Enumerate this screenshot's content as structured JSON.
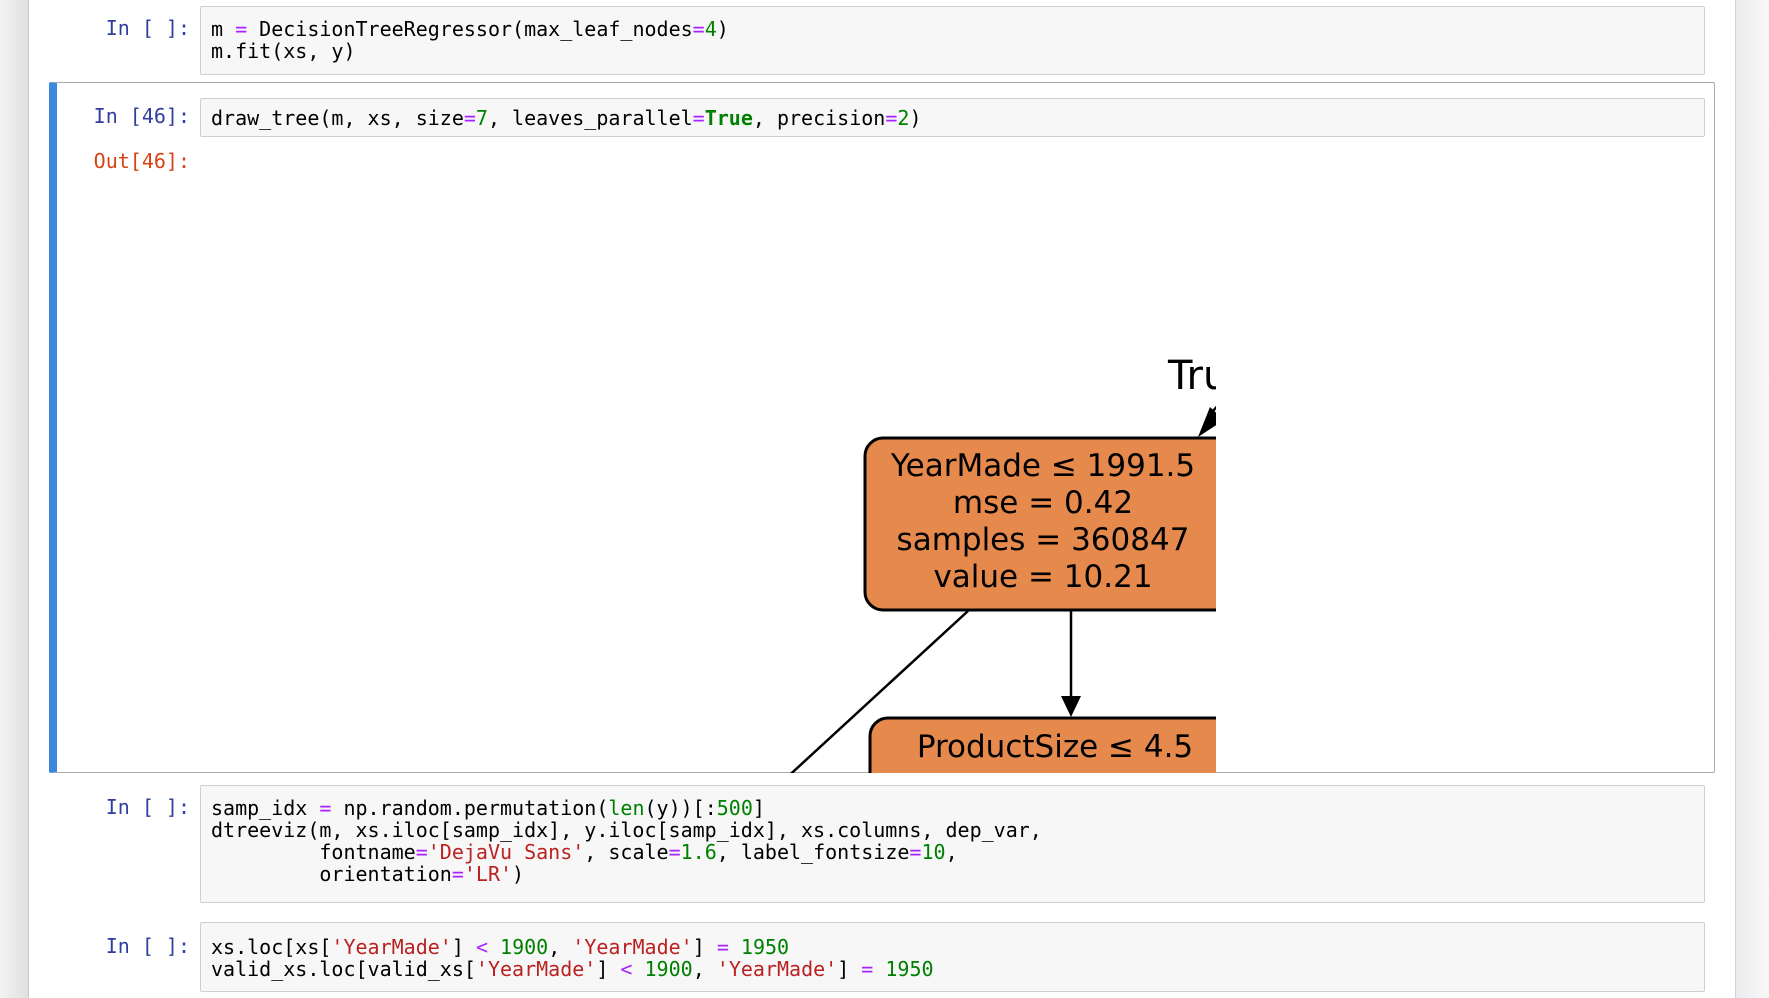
{
  "colors": {
    "prompt_in": "#303F9F",
    "prompt_out": "#D84315",
    "selected_cell_accent": "#3b88dd",
    "input_box_bg": "#f7f7f7",
    "tree_node_fill": "#e6894d",
    "tree_node_stroke": "#000000"
  },
  "cells": [
    {
      "prompt_in": "In [ ]:",
      "lines": [
        [
          {
            "t": "m "
          },
          {
            "t": "=",
            "c": "op"
          },
          {
            "t": " DecisionTreeRegressor(max_leaf_nodes"
          },
          {
            "t": "=",
            "c": "op"
          },
          {
            "t": "4",
            "c": "num"
          },
          {
            "t": ")"
          }
        ],
        [
          {
            "t": "m.fit(xs, y)"
          }
        ]
      ]
    },
    {
      "prompt_in": "In [46]:",
      "prompt_out": "Out[46]:",
      "selected": true,
      "lines": [
        [
          {
            "t": "draw_tree(m, xs, size"
          },
          {
            "t": "=",
            "c": "op"
          },
          {
            "t": "7",
            "c": "num"
          },
          {
            "t": ", leaves_parallel"
          },
          {
            "t": "=",
            "c": "op"
          },
          {
            "t": "True",
            "c": "kw"
          },
          {
            "t": ", precision"
          },
          {
            "t": "=",
            "c": "op"
          },
          {
            "t": "2",
            "c": "num"
          },
          {
            "t": ")"
          }
        ]
      ]
    },
    {
      "prompt_in": "In [ ]:",
      "lines": [
        [
          {
            "t": "samp_idx "
          },
          {
            "t": "=",
            "c": "op"
          },
          {
            "t": " np.random.permutation("
          },
          {
            "t": "len",
            "c": "builtin"
          },
          {
            "t": "(y))[:"
          },
          {
            "t": "500",
            "c": "num"
          },
          {
            "t": "]"
          }
        ],
        [
          {
            "t": "dtreeviz(m, xs.iloc[samp_idx], y.iloc[samp_idx], xs.columns, dep_var,"
          }
        ],
        [
          {
            "t": "         fontname"
          },
          {
            "t": "=",
            "c": "op"
          },
          {
            "t": "'DejaVu Sans'",
            "c": "str"
          },
          {
            "t": ", scale"
          },
          {
            "t": "=",
            "c": "op"
          },
          {
            "t": "1.6",
            "c": "num"
          },
          {
            "t": ", label_fontsize"
          },
          {
            "t": "=",
            "c": "op"
          },
          {
            "t": "10",
            "c": "num"
          },
          {
            "t": ","
          }
        ],
        [
          {
            "t": "         orientation"
          },
          {
            "t": "=",
            "c": "op"
          },
          {
            "t": "'LR'",
            "c": "str"
          },
          {
            "t": ")"
          }
        ]
      ]
    },
    {
      "prompt_in": "In [ ]:",
      "lines": [
        [
          {
            "t": "xs.loc[xs["
          },
          {
            "t": "'YearMade'",
            "c": "str"
          },
          {
            "t": "] "
          },
          {
            "t": "<",
            "c": "op"
          },
          {
            "t": " "
          },
          {
            "t": "1900",
            "c": "num"
          },
          {
            "t": ", "
          },
          {
            "t": "'YearMade'",
            "c": "str"
          },
          {
            "t": "] "
          },
          {
            "t": "=",
            "c": "op"
          },
          {
            "t": " "
          },
          {
            "t": "1950",
            "c": "num"
          }
        ],
        [
          {
            "t": "valid_xs.loc[valid_xs["
          },
          {
            "t": "'YearMade'",
            "c": "str"
          },
          {
            "t": "] "
          },
          {
            "t": "<",
            "c": "op"
          },
          {
            "t": " "
          },
          {
            "t": "1900",
            "c": "num"
          },
          {
            "t": ", "
          },
          {
            "t": "'YearMade'",
            "c": "str"
          },
          {
            "t": "] "
          },
          {
            "t": "=",
            "c": "op"
          },
          {
            "t": " "
          },
          {
            "t": "1950",
            "c": "num"
          }
        ]
      ]
    }
  ],
  "tree": {
    "edge_label": "True",
    "root_node": {
      "lines": [
        "YearMade ≤ 1991.5",
        "mse = 0.42",
        "samples = 360847",
        "value = 10.21"
      ]
    },
    "child_node": {
      "lines": [
        "ProductSize ≤ 4.5"
      ]
    }
  }
}
